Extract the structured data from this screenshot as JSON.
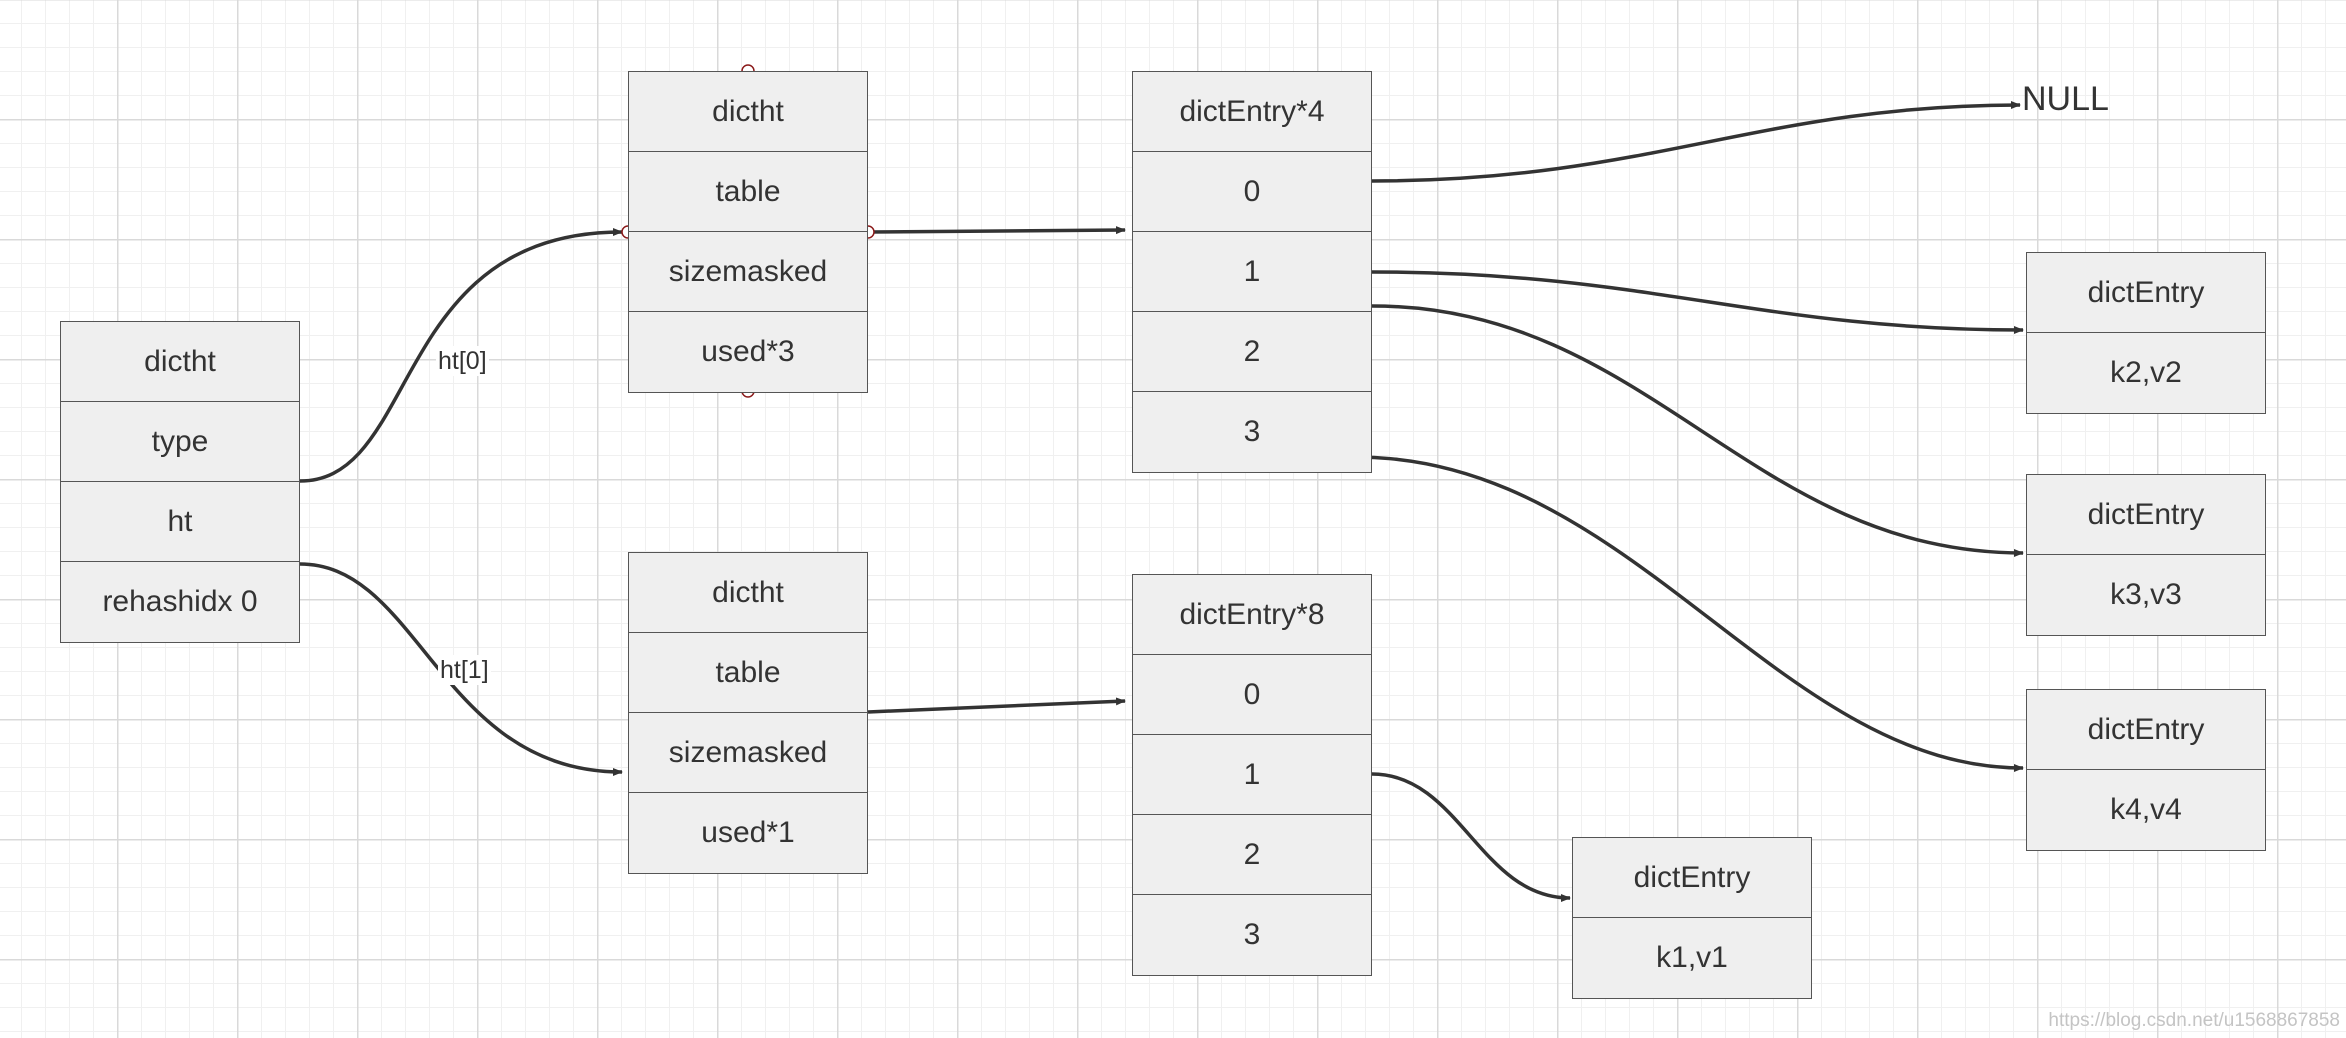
{
  "dict": {
    "cells": [
      "dictht",
      "type",
      "ht",
      "rehashidx 0"
    ]
  },
  "ht0": {
    "cells": [
      "dictht",
      "table",
      "sizemasked",
      "used*3"
    ]
  },
  "ht1": {
    "cells": [
      "dictht",
      "table",
      "sizemasked",
      "used*1"
    ]
  },
  "table0": {
    "cells": [
      "dictEntry*4",
      "0",
      "1",
      "2",
      "3"
    ]
  },
  "table1": {
    "cells": [
      "dictEntry*8",
      "0",
      "1",
      "2",
      "3"
    ]
  },
  "entry_k2": {
    "cells": [
      "dictEntry",
      "k2,v2"
    ]
  },
  "entry_k3": {
    "cells": [
      "dictEntry",
      "k3,v3"
    ]
  },
  "entry_k4": {
    "cells": [
      "dictEntry",
      "k4,v4"
    ]
  },
  "entry_k1": {
    "cells": [
      "dictEntry",
      "k1,v1"
    ]
  },
  "labels": {
    "ht0": "ht[0]",
    "ht1": "ht[1]",
    "null": "NULL"
  },
  "watermark": "https://blog.csdn.net/u1568867858",
  "colors": {
    "stroke": "#333333",
    "box_fill": "#efefef",
    "box_border": "#555555",
    "handle": "#8b1a1a"
  }
}
